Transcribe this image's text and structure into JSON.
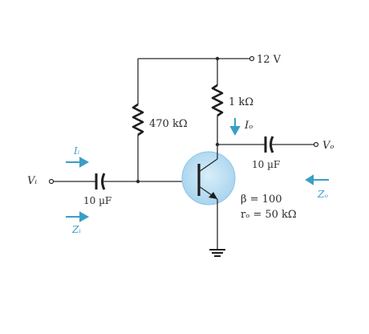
{
  "supply": {
    "label": "12 V"
  },
  "collector_resistor": {
    "label": "1 kΩ"
  },
  "base_resistor": {
    "label": "470 kΩ"
  },
  "input_capacitor": {
    "label": "10 µF"
  },
  "output_capacitor": {
    "label": "10 µF"
  },
  "input_node": {
    "label": "Vᵢ"
  },
  "output_node": {
    "label": "Vₒ"
  },
  "input_current": {
    "label": "Iᵢ"
  },
  "output_current": {
    "label": "Iₒ"
  },
  "input_impedance": {
    "label": "Zᵢ"
  },
  "output_impedance": {
    "label": "Zₒ"
  },
  "transistor": {
    "beta_label": "β = 100",
    "ro_label": "rₒ = 50 kΩ"
  },
  "colors": {
    "wire": "#2b2b2b",
    "arrow": "#3a9ec6",
    "transistor_fill": "#bfe0f3"
  }
}
